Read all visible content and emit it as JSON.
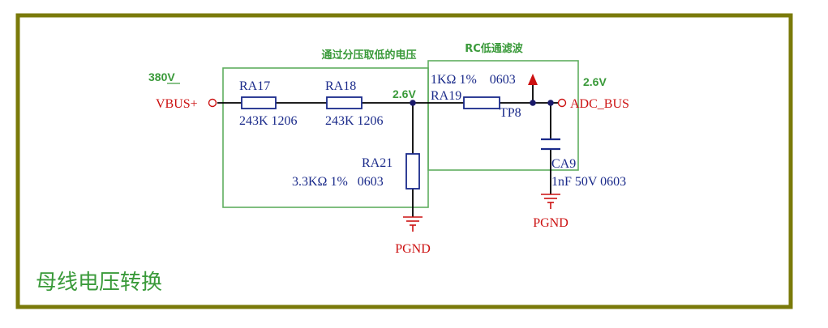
{
  "title": "母线电压转换",
  "colors": {
    "frame": "#7a7a0a",
    "group_box": "#5fae5f",
    "wire": "#000000",
    "component": "#1a2a8a",
    "net_label": "#cc1111",
    "voltage": "#3a9a3a",
    "junction": "#1a1a6a"
  },
  "groups": {
    "divider_label": "通过分压取低的电压",
    "filter_label": "RC低通滤波"
  },
  "voltages": {
    "input": "380V",
    "divider_node": "2.6V",
    "output": "2.6V"
  },
  "nets": {
    "input": "VBUS+",
    "output": "ADC_BUS",
    "ground_1": "PGND",
    "ground_2": "PGND"
  },
  "components": {
    "ra17": {
      "ref": "RA17",
      "value": "243K 1206"
    },
    "ra18": {
      "ref": "RA18",
      "value": "243K 1206"
    },
    "ra21": {
      "ref": "RA21",
      "value": "3.3KΩ 1%   0603"
    },
    "ra19": {
      "ref": "RA19",
      "value": "1KΩ 1%    0603"
    },
    "tp8": {
      "ref": "TP8"
    },
    "ca9": {
      "ref": "CA9",
      "value": "1nF 50V 0603"
    }
  },
  "icons": [
    "power-arrow-icon",
    "ground-symbol-icon",
    "net-port-icon"
  ]
}
